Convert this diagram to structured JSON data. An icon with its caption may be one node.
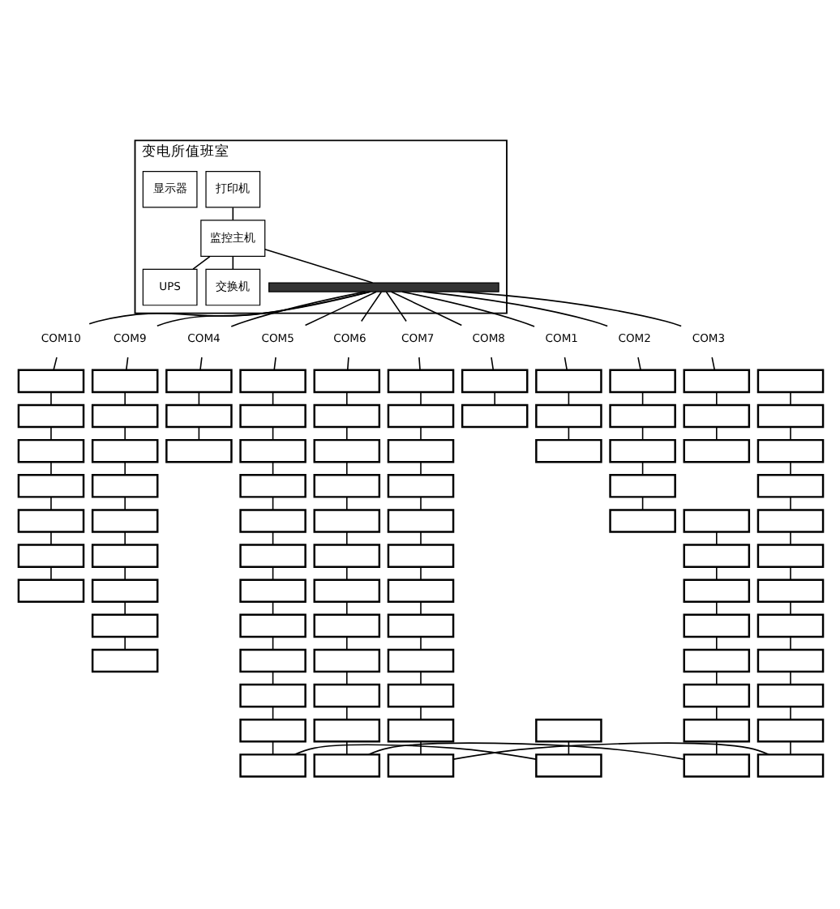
{
  "diagram": {
    "nodes": [
      {
        "text": [
          "变电所值班室"
        ]
      },
      {
        "text": [
          "打印机"
        ],
        "in": 0
      },
      {
        "text": [
          "显示器"
        ],
        "in": 0
      },
      {
        "text": [
          "监控主机"
        ],
        "in": 0
      },
      {
        "text": [
          "UPS"
        ],
        "in": 0
      },
      {
        "text": [
          "交换机"
        ],
        "in": 0
      },
      {
        "text": [],
        "shape": "bar",
        "in": 0
      },
      {
        "text": [
          "COM10"
        ]
      },
      {
        "text": [
          "COM9"
        ]
      },
      {
        "text": [
          "COM4"
        ]
      },
      {
        "text": [
          "COM5"
        ]
      },
      {
        "text": [
          "COM6"
        ]
      },
      {
        "text": [
          "COM7"
        ]
      },
      {
        "text": [
          "COM8"
        ]
      },
      {
        "text": [
          "COM1"
        ]
      },
      {
        "text": [
          "COM2"
        ]
      },
      {
        "text": [
          "COM3"
        ]
      },
      {
        "text": [],
        "shape": "box"
      },
      {
        "text": [],
        "shape": "box"
      },
      {
        "text": [],
        "shape": "box"
      },
      {
        "text": [],
        "shape": "box"
      },
      {
        "text": [],
        "shape": "box"
      },
      {
        "text": [],
        "shape": "box"
      },
      {
        "text": [],
        "shape": "box"
      },
      {
        "text": [],
        "shape": "box"
      },
      {
        "text": [],
        "shape": "box"
      },
      {
        "text": [],
        "shape": "box"
      },
      {
        "text": [],
        "shape": "box"
      },
      {
        "text": [],
        "shape": "box"
      },
      {
        "text": [],
        "shape": "box"
      },
      {
        "text": [],
        "shape": "box"
      },
      {
        "text": [],
        "shape": "box"
      },
      {
        "text": [],
        "shape": "box"
      },
      {
        "text": [],
        "shape": "box"
      },
      {
        "text": [],
        "shape": "box"
      },
      {
        "text": [],
        "shape": "box"
      },
      {
        "text": [],
        "shape": "box"
      },
      {
        "text": [],
        "shape": "box"
      },
      {
        "text": [],
        "shape": "box"
      },
      {
        "text": [],
        "shape": "box"
      },
      {
        "text": [],
        "shape": "box"
      },
      {
        "text": [],
        "shape": "box"
      },
      {
        "text": [],
        "shape": "box"
      },
      {
        "text": [],
        "shape": "box"
      },
      {
        "text": [],
        "shape": "box"
      },
      {
        "text": [],
        "shape": "box"
      },
      {
        "text": [],
        "shape": "box"
      },
      {
        "text": [],
        "shape": "box"
      },
      {
        "text": [],
        "shape": "box"
      },
      {
        "text": [],
        "shape": "box"
      },
      {
        "text": [],
        "shape": "box"
      },
      {
        "text": [],
        "shape": "box"
      },
      {
        "text": [],
        "shape": "box"
      },
      {
        "text": [],
        "shape": "box"
      },
      {
        "text": [],
        "shape": "box"
      },
      {
        "text": [],
        "shape": "box"
      },
      {
        "text": [],
        "shape": "box"
      },
      {
        "text": [],
        "shape": "box"
      },
      {
        "text": [],
        "shape": "box"
      },
      {
        "text": [],
        "shape": "box"
      },
      {
        "text": [],
        "shape": "box"
      },
      {
        "text": [],
        "shape": "box"
      },
      {
        "text": [],
        "shape": "box"
      },
      {
        "text": [],
        "shape": "box"
      },
      {
        "text": [],
        "shape": "box"
      },
      {
        "text": [],
        "shape": "box"
      },
      {
        "text": [],
        "shape": "box"
      },
      {
        "text": [],
        "shape": "box"
      },
      {
        "text": [],
        "shape": "box"
      },
      {
        "text": [],
        "shape": "box"
      },
      {
        "text": [],
        "shape": "box"
      },
      {
        "text": [],
        "shape": "box"
      },
      {
        "text": [],
        "shape": "box"
      },
      {
        "text": [],
        "shape": "box"
      },
      {
        "text": [],
        "shape": "box"
      },
      {
        "text": [],
        "shape": "box"
      },
      {
        "text": [],
        "shape": "box"
      },
      {
        "text": [],
        "shape": "box"
      },
      {
        "text": [],
        "shape": "box"
      },
      {
        "text": [],
        "shape": "box"
      },
      {
        "text": [],
        "shape": "box"
      },
      {
        "text": [],
        "shape": "box"
      },
      {
        "text": [],
        "shape": "box"
      },
      {
        "text": [],
        "shape": "box"
      },
      {
        "text": [],
        "shape": "box"
      },
      {
        "text": [],
        "shape": "box"
      },
      {
        "text": [],
        "shape": "box"
      },
      {
        "text": [],
        "shape": "box"
      },
      {
        "text": [],
        "shape": "box"
      },
      {
        "text": [],
        "shape": "box"
      },
      {
        "text": [],
        "shape": "box"
      },
      {
        "text": [],
        "shape": "box"
      },
      {
        "text": [],
        "shape": "box"
      },
      {
        "text": [],
        "shape": "box"
      },
      {
        "text": [],
        "shape": "box"
      },
      {
        "text": [],
        "shape": "box"
      },
      {
        "text": [],
        "shape": "box"
      },
      {
        "text": [],
        "shape": "box"
      },
      {
        "text": [],
        "shape": "box"
      },
      {
        "text": [],
        "shape": "box"
      },
      {
        "text": [],
        "shape": "box"
      },
      {
        "text": [],
        "shape": "box"
      },
      {
        "text": [],
        "shape": "box"
      },
      {
        "text": [],
        "shape": "box"
      },
      {
        "text": [],
        "shape": "box"
      },
      {
        "text": [],
        "shape": "box"
      },
      {
        "text": [],
        "shape": "box"
      }
    ],
    "edges": [
      {
        "from": 1,
        "to": 3,
        "arrow": "none"
      },
      {
        "from": 3,
        "to": 4,
        "arrow": "none"
      },
      {
        "from": 3,
        "to": 6,
        "arrow": "none"
      },
      {
        "from": 3,
        "to": 5,
        "arrow": "none"
      },
      {
        "from": 6,
        "to": 7,
        "arrow": "none"
      },
      {
        "from": 6,
        "to": 8,
        "arrow": "none"
      },
      {
        "from": 6,
        "to": 9,
        "arrow": "none"
      },
      {
        "from": 6,
        "to": 10,
        "arrow": "none"
      },
      {
        "from": 6,
        "to": 11,
        "arrow": "none"
      },
      {
        "from": 6,
        "to": 12,
        "arrow": "none"
      },
      {
        "from": 6,
        "to": 13,
        "arrow": "none"
      },
      {
        "from": 6,
        "to": 14,
        "arrow": "none"
      },
      {
        "from": 6,
        "to": 15,
        "arrow": "none"
      },
      {
        "from": 6,
        "to": 16,
        "arrow": "none"
      },
      {
        "from": 7,
        "to": 17,
        "arrow": "none"
      },
      {
        "from": 17,
        "to": 18,
        "arrow": "none"
      },
      {
        "from": 18,
        "to": 19,
        "arrow": "none"
      },
      {
        "from": 19,
        "to": 20,
        "arrow": "none"
      },
      {
        "from": 20,
        "to": 21,
        "arrow": "none"
      },
      {
        "from": 21,
        "to": 22,
        "arrow": "none"
      },
      {
        "from": 22,
        "to": 23,
        "arrow": "none"
      },
      {
        "from": 8,
        "to": 24,
        "arrow": "none"
      },
      {
        "from": 24,
        "to": 25,
        "arrow": "none"
      },
      {
        "from": 25,
        "to": 26,
        "arrow": "none"
      },
      {
        "from": 26,
        "to": 27,
        "arrow": "none"
      },
      {
        "from": 27,
        "to": 28,
        "arrow": "none"
      },
      {
        "from": 28,
        "to": 29,
        "arrow": "none"
      },
      {
        "from": 29,
        "to": 30,
        "arrow": "none"
      },
      {
        "from": 30,
        "to": 31,
        "arrow": "none"
      },
      {
        "from": 31,
        "to": 32,
        "arrow": "none"
      },
      {
        "from": 9,
        "to": 33,
        "arrow": "none"
      },
      {
        "from": 33,
        "to": 34,
        "arrow": "none"
      },
      {
        "from": 34,
        "to": 35,
        "arrow": "none"
      },
      {
        "from": 10,
        "to": 36,
        "arrow": "none"
      },
      {
        "from": 36,
        "to": 37,
        "arrow": "none"
      },
      {
        "from": 37,
        "to": 38,
        "arrow": "none"
      },
      {
        "from": 38,
        "to": 39,
        "arrow": "none"
      },
      {
        "from": 39,
        "to": 40,
        "arrow": "none"
      },
      {
        "from": 40,
        "to": 41,
        "arrow": "none"
      },
      {
        "from": 41,
        "to": 42,
        "arrow": "none"
      },
      {
        "from": 42,
        "to": 43,
        "arrow": "none"
      },
      {
        "from": 43,
        "to": 44,
        "arrow": "none"
      },
      {
        "from": 44,
        "to": 45,
        "arrow": "none"
      },
      {
        "from": 45,
        "to": 46,
        "arrow": "none"
      },
      {
        "from": 46,
        "to": 47,
        "arrow": "none"
      },
      {
        "from": 48,
        "to": 49,
        "arrow": "none"
      },
      {
        "from": 47,
        "to": 49,
        "arrow": "none"
      },
      {
        "from": 11,
        "to": 50,
        "arrow": "none"
      },
      {
        "from": 50,
        "to": 51,
        "arrow": "none"
      },
      {
        "from": 51,
        "to": 52,
        "arrow": "none"
      },
      {
        "from": 52,
        "to": 53,
        "arrow": "none"
      },
      {
        "from": 53,
        "to": 54,
        "arrow": "none"
      },
      {
        "from": 54,
        "to": 55,
        "arrow": "none"
      },
      {
        "from": 55,
        "to": 56,
        "arrow": "none"
      },
      {
        "from": 56,
        "to": 57,
        "arrow": "none"
      },
      {
        "from": 57,
        "to": 58,
        "arrow": "none"
      },
      {
        "from": 58,
        "to": 59,
        "arrow": "none"
      },
      {
        "from": 59,
        "to": 60,
        "arrow": "none"
      },
      {
        "from": 60,
        "to": 61,
        "arrow": "none"
      },
      {
        "from": 62,
        "to": 63,
        "arrow": "none"
      },
      {
        "from": 63,
        "to": 64,
        "arrow": "none"
      },
      {
        "from": 64,
        "to": 65,
        "arrow": "none"
      },
      {
        "from": 65,
        "to": 66,
        "arrow": "none"
      },
      {
        "from": 66,
        "to": 67,
        "arrow": "none"
      },
      {
        "from": 67,
        "to": 68,
        "arrow": "none"
      },
      {
        "from": 68,
        "to": 69,
        "arrow": "none"
      },
      {
        "from": 61,
        "to": 69,
        "arrow": "none"
      },
      {
        "from": 12,
        "to": 70,
        "arrow": "none"
      },
      {
        "from": 70,
        "to": 71,
        "arrow": "none"
      },
      {
        "from": 71,
        "to": 72,
        "arrow": "none"
      },
      {
        "from": 72,
        "to": 73,
        "arrow": "none"
      },
      {
        "from": 73,
        "to": 74,
        "arrow": "none"
      },
      {
        "from": 74,
        "to": 75,
        "arrow": "none"
      },
      {
        "from": 75,
        "to": 76,
        "arrow": "none"
      },
      {
        "from": 76,
        "to": 77,
        "arrow": "none"
      },
      {
        "from": 77,
        "to": 78,
        "arrow": "none"
      },
      {
        "from": 78,
        "to": 79,
        "arrow": "none"
      },
      {
        "from": 79,
        "to": 80,
        "arrow": "none"
      },
      {
        "from": 80,
        "to": 81,
        "arrow": "none"
      },
      {
        "from": 82,
        "to": 83,
        "arrow": "none"
      },
      {
        "from": 83,
        "to": 84,
        "arrow": "none"
      },
      {
        "from": 84,
        "to": 85,
        "arrow": "none"
      },
      {
        "from": 85,
        "to": 86,
        "arrow": "none"
      },
      {
        "from": 86,
        "to": 87,
        "arrow": "none"
      },
      {
        "from": 87,
        "to": 88,
        "arrow": "none"
      },
      {
        "from": 88,
        "to": 89,
        "arrow": "none"
      },
      {
        "from": 89,
        "to": 90,
        "arrow": "none"
      },
      {
        "from": 90,
        "to": 91,
        "arrow": "none"
      },
      {
        "from": 91,
        "to": 92,
        "arrow": "none"
      },
      {
        "from": 92,
        "to": 93,
        "arrow": "none"
      },
      {
        "from": 81,
        "to": 93,
        "arrow": "none"
      },
      {
        "from": 13,
        "to": 94,
        "arrow": "none"
      },
      {
        "from": 94,
        "to": 95,
        "arrow": "none"
      },
      {
        "from": 14,
        "to": 96,
        "arrow": "none"
      },
      {
        "from": 96,
        "to": 97,
        "arrow": "none"
      },
      {
        "from": 97,
        "to": 98,
        "arrow": "none"
      },
      {
        "from": 15,
        "to": 99,
        "arrow": "none"
      },
      {
        "from": 99,
        "to": 100,
        "arrow": "none"
      },
      {
        "from": 100,
        "to": 101,
        "arrow": "none"
      },
      {
        "from": 101,
        "to": 102,
        "arrow": "none"
      },
      {
        "from": 102,
        "to": 103,
        "arrow": "none"
      },
      {
        "from": 16,
        "to": 104,
        "arrow": "none"
      },
      {
        "from": 104,
        "to": 105,
        "arrow": "none"
      },
      {
        "from": 105,
        "to": 106,
        "arrow": "none"
      }
    ]
  }
}
